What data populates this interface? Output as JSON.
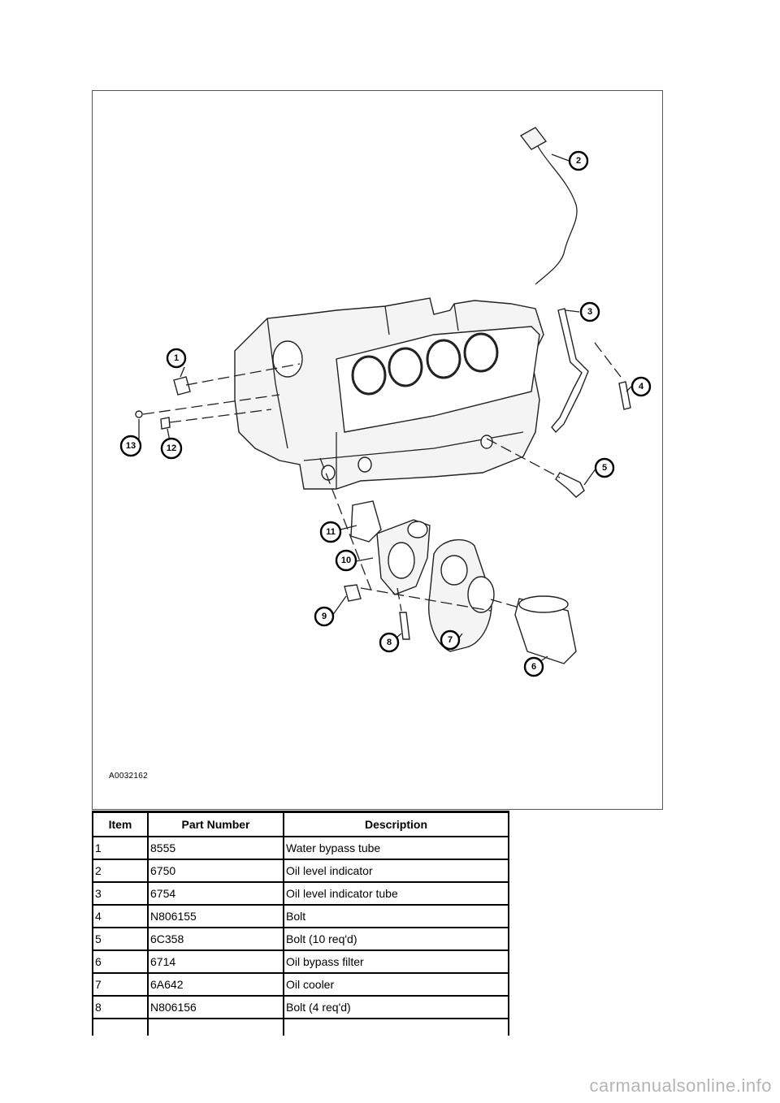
{
  "figure": {
    "code": "A0032162",
    "callouts": [
      {
        "label": "1"
      },
      {
        "label": "2"
      },
      {
        "label": "3"
      },
      {
        "label": "4"
      },
      {
        "label": "5"
      },
      {
        "label": "6"
      },
      {
        "label": "7"
      },
      {
        "label": "8"
      },
      {
        "label": "9"
      },
      {
        "label": "10"
      },
      {
        "label": "11"
      },
      {
        "label": "12"
      },
      {
        "label": "13"
      }
    ]
  },
  "table": {
    "headers": [
      "Item",
      "Part Number",
      "Description"
    ],
    "rows": [
      {
        "item": "1",
        "part_number": "8555",
        "description": "Water bypass tube"
      },
      {
        "item": "2",
        "part_number": "6750",
        "description": "Oil level indicator"
      },
      {
        "item": "3",
        "part_number": "6754",
        "description": "Oil level indicator tube"
      },
      {
        "item": "4",
        "part_number": "N806155",
        "description": "Bolt"
      },
      {
        "item": "5",
        "part_number": "6C358",
        "description": "Bolt (10 req'd)"
      },
      {
        "item": "6",
        "part_number": "6714",
        "description": "Oil bypass filter"
      },
      {
        "item": "7",
        "part_number": "6A642",
        "description": "Oil cooler"
      },
      {
        "item": "8",
        "part_number": "N806156",
        "description": "Bolt (4 req'd)"
      },
      {
        "item": "",
        "part_number": "",
        "description": ""
      }
    ]
  },
  "watermark": "carmanualsonline.info"
}
